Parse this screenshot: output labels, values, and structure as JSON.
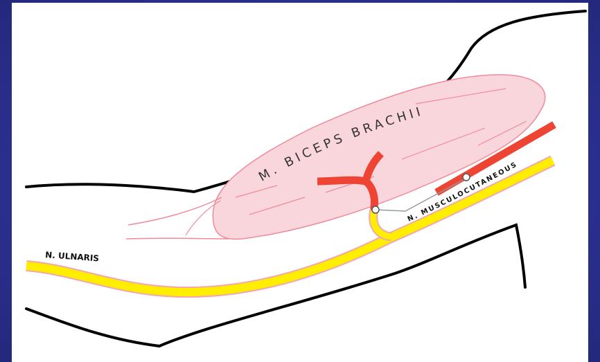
{
  "labels": {
    "muscle": "M. BICEPS BRACHII",
    "nerve_left": "N. ULNARIS",
    "nerve_right": "N. MUSCULOCUTANEOUS"
  },
  "colors": {
    "background": "#2b2f8f",
    "panel": "#ffffff",
    "outline": "#000000",
    "muscle_fill": "#f9d6dc",
    "muscle_stroke": "#f08a9a",
    "nerve_fill": "#ffee00",
    "nerve_edge": "#f3a6b0",
    "vessel": "#ee4433",
    "callout_line": "#999999"
  }
}
